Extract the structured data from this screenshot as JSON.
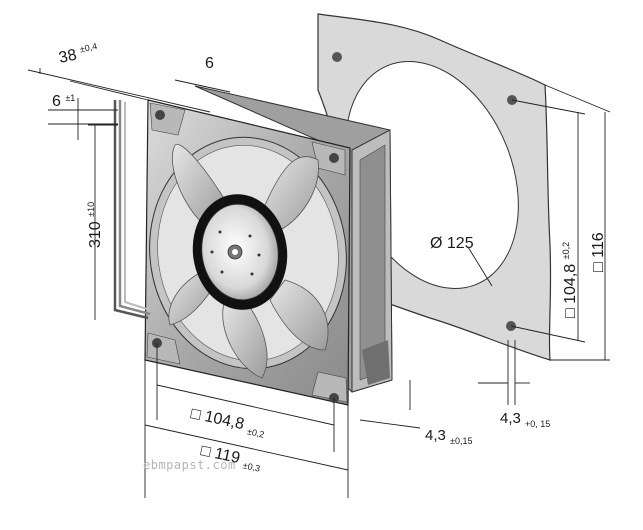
{
  "dimensions": {
    "depth": {
      "value": "38",
      "tol": "±0,4"
    },
    "flange": {
      "value": "6"
    },
    "wire_offset": {
      "value": "6",
      "tol": "±1"
    },
    "cable_length": {
      "value": "310",
      "tol": "±10"
    },
    "hole_spacing_front": {
      "prefix": "□",
      "value": "104,8",
      "tol": "±0,2"
    },
    "frame_size_front": {
      "prefix": "□",
      "value": "119",
      "tol": "±0,3"
    },
    "hole_spacing_side": {
      "prefix": "□",
      "value": "104,8",
      "tol": "±0,2"
    },
    "frame_size_side": {
      "prefix": "□",
      "value": "116"
    },
    "opening_diameter": {
      "prefix": "Ø",
      "value": "125"
    },
    "hole_diameter_a": {
      "value": "4,3",
      "tol": "±0,15"
    },
    "hole_diameter_b": {
      "value": "4,3",
      "tol": "+0, 15"
    }
  },
  "watermark": "ebmpapst.com",
  "colors": {
    "metal": "#a9a9a9",
    "metal_light": "#cfcfcf",
    "gasket": "#d6d6d6",
    "line": "#222222"
  }
}
